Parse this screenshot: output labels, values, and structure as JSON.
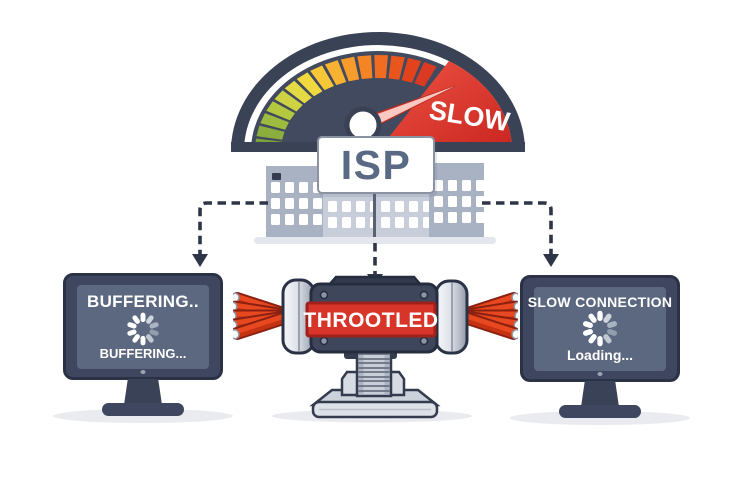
{
  "gauge": {
    "label": "SLOW",
    "segment_colors": [
      "#7ca23c",
      "#8bae3d",
      "#9dbb3e",
      "#b3c83f",
      "#cdd342",
      "#e4da44",
      "#f2d83f",
      "#f8c737",
      "#f8b232",
      "#f79b2b",
      "#f58424",
      "#f06c20",
      "#e9561d",
      "#e2431c",
      "#da3a23"
    ],
    "colors": {
      "rim": "#3a4255",
      "interior": "#414a5e",
      "red_zone_start": "#ef5344",
      "red_zone_end": "#c8251f",
      "needle": "#d63a2e"
    }
  },
  "isp": {
    "label": "ISP"
  },
  "left_monitor": {
    "title": "BUFFERING..",
    "caption": "BUFFERING..."
  },
  "clamp": {
    "banner": "THROOTLED"
  },
  "right_monitor": {
    "title": "SLOW CONNECTION",
    "caption": "Loading..."
  },
  "icons": {
    "spinner": "loading-spinner",
    "arrow": "down-arrowhead"
  },
  "colors": {
    "navy": "#3e4660",
    "screen": "#5c6880",
    "banner_red": "#d7342a",
    "cable_red": "#e8481f",
    "silver": "#c9cfd9",
    "dash": "#2e3547",
    "building_light": "#c7cdd9",
    "building_dark": "#a9b2c3"
  }
}
